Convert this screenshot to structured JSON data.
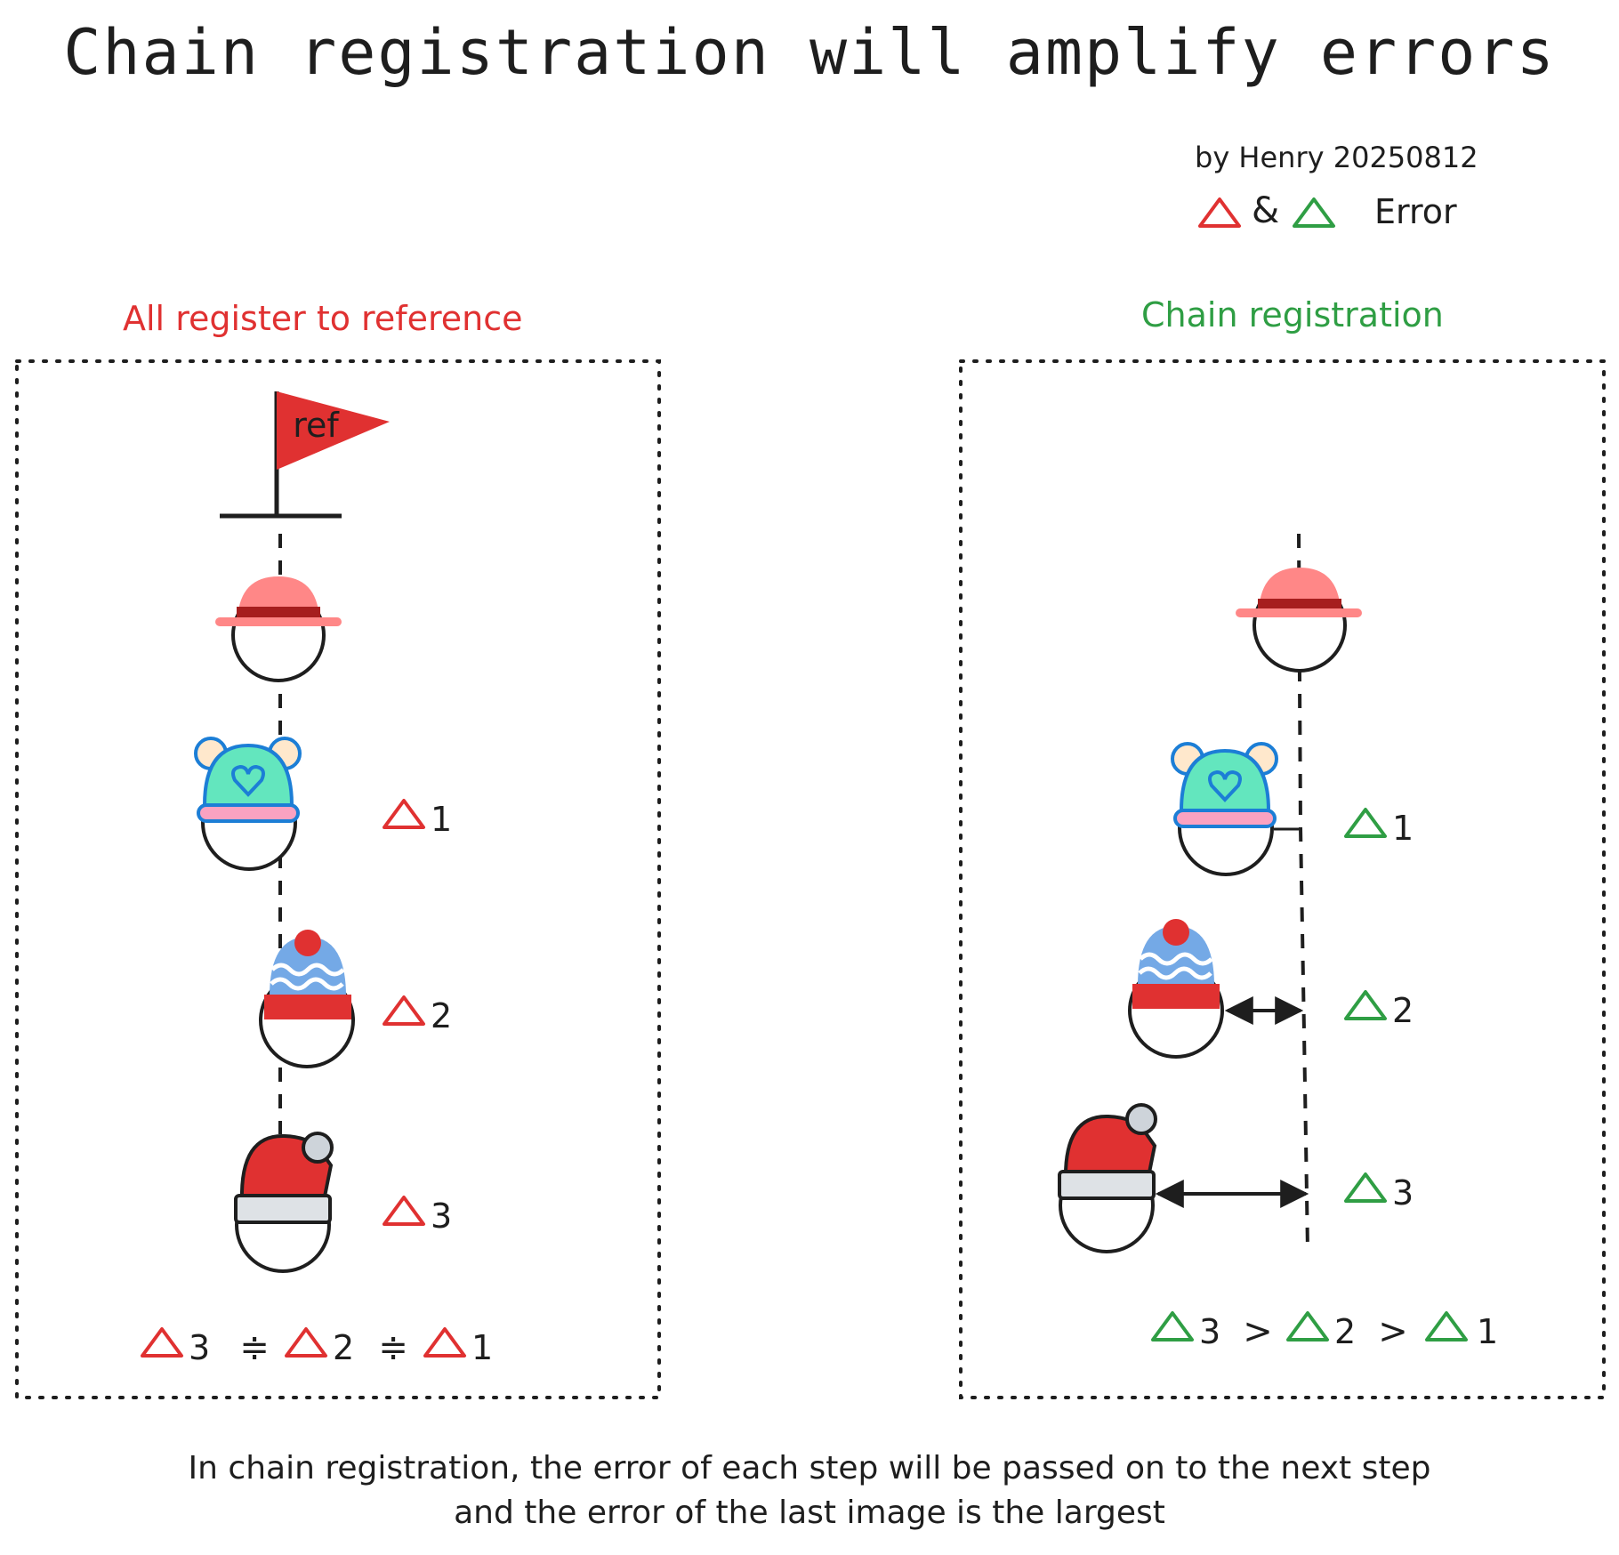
{
  "title": "Chain registration will amplify errors",
  "author": "by Henry 20250812",
  "legend": {
    "amp": "&",
    "word": "Error",
    "colors": {
      "red": "#e03131",
      "green": "#2f9e44"
    }
  },
  "left_panel": {
    "title": "All register to reference",
    "flag_label": "ref",
    "errors": [
      "1",
      "2",
      "3"
    ],
    "equation": {
      "terms": [
        "3",
        "2",
        "1"
      ],
      "operator": "≑"
    }
  },
  "right_panel": {
    "title": "Chain registration",
    "errors": [
      "1",
      "2",
      "3"
    ],
    "equation": {
      "terms": [
        "3",
        "2",
        "1"
      ],
      "operator": ">"
    }
  },
  "caption": {
    "line1": "In chain registration, the error of each step will be passed on to the next step",
    "line2": "and the error of the last image is the largest"
  }
}
